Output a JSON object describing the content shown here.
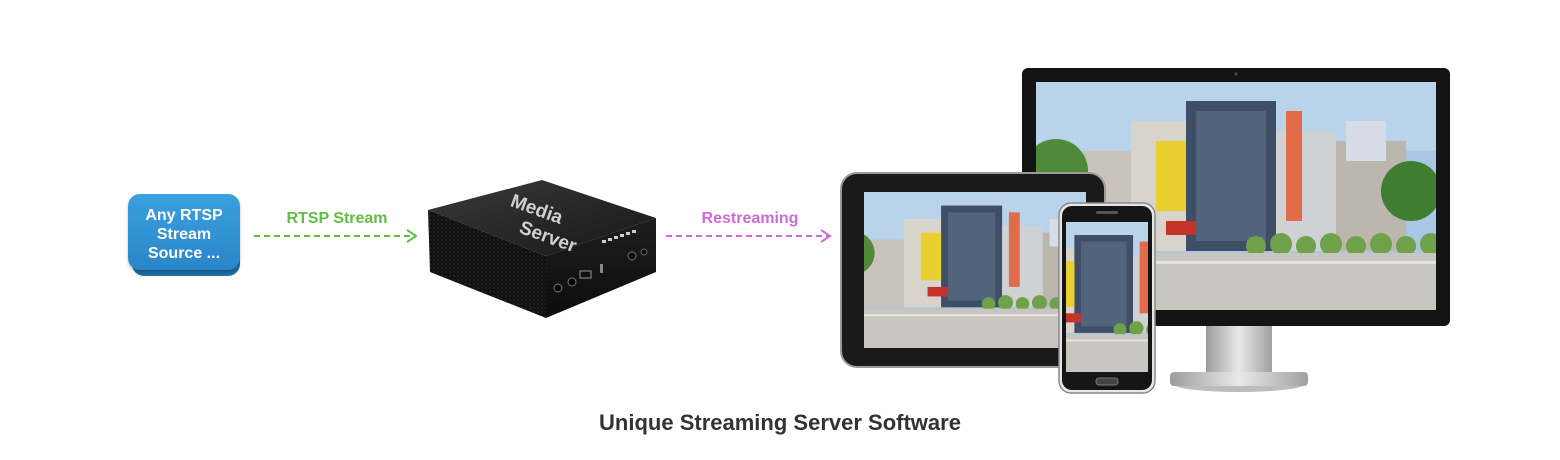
{
  "source": {
    "lines": [
      "Any RTSP",
      "Stream",
      "Source ..."
    ]
  },
  "arrows": {
    "ingest_label": "RTSP Stream",
    "output_label": "Restreaming"
  },
  "server": {
    "label_line1": "Media",
    "label_line2": "Server"
  },
  "caption": "Unique Streaming Server Software",
  "colors": {
    "source_blue": "#2a86c8",
    "ingest_green": "#5fbf45",
    "output_magenta": "#d06ad8",
    "caption_gray": "#333333"
  },
  "icons": [
    "rtsp-source-badge",
    "media-server-box",
    "tablet-device",
    "smartphone-device",
    "desktop-monitor"
  ]
}
